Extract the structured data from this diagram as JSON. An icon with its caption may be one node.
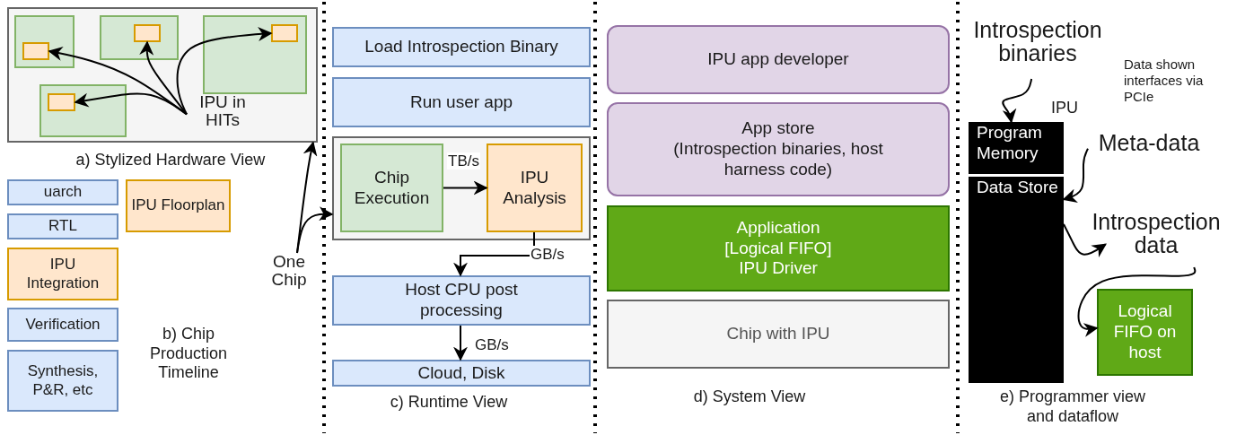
{
  "diagram": {
    "nodes": [
      {
        "text": [],
        "shape": "box"
      },
      {
        "text": [],
        "shape": "box",
        "in": 0
      },
      {
        "text": [],
        "shape": "box",
        "in": 1
      },
      {
        "text": [],
        "shape": "box",
        "in": 0
      },
      {
        "text": [],
        "shape": "box",
        "in": 3
      },
      {
        "text": [],
        "shape": "box",
        "in": 0
      },
      {
        "text": [],
        "shape": "box",
        "in": 5
      },
      {
        "text": [],
        "shape": "box",
        "in": 0
      },
      {
        "text": [],
        "shape": "box",
        "in": 7
      },
      {
        "text": [
          "IPU in HITs"
        ],
        "in": 0
      },
      {
        "text": [
          "uarch"
        ]
      },
      {
        "text": [
          "IPU Floorplan"
        ]
      },
      {
        "text": [
          "RTL"
        ]
      },
      {
        "text": [
          "IPU Integration"
        ]
      },
      {
        "text": [
          "Verification"
        ]
      },
      {
        "text": [
          "Synthesis, P&R, etc"
        ]
      },
      {
        "text": [
          "Load Introspection Binary"
        ]
      },
      {
        "text": [
          "Run user app"
        ]
      },
      {
        "text": [],
        "shape": "box"
      },
      {
        "text": [
          "Chip Execution"
        ],
        "in": 18
      },
      {
        "text": [
          "IPU Analysis"
        ],
        "in": 18
      },
      {
        "text": [
          "Host CPU post processing"
        ]
      },
      {
        "text": [
          "Cloud, Disk"
        ]
      },
      {
        "text": [
          "One Chip"
        ]
      },
      {
        "text": [
          "IPU app developer"
        ]
      },
      {
        "text": [
          "App store",
          "(Introspection binaries, host harness code)"
        ]
      },
      {
        "text": [
          "Application",
          "[Logical FIFO]",
          "IPU Driver"
        ]
      },
      {
        "text": [
          "Chip with IPU"
        ]
      },
      {
        "text": [
          "Introspection binaries"
        ]
      },
      {
        "text": [
          "Program Memory"
        ]
      },
      {
        "text": [
          "Data Store"
        ]
      },
      {
        "text": [
          "Meta-data"
        ]
      },
      {
        "text": [
          "Introspection data"
        ]
      },
      {
        "text": [
          "Logical FIFO on host"
        ]
      }
    ],
    "edges": [
      {
        "from": 9,
        "to": 2,
        "arrow": "to"
      },
      {
        "from": 9,
        "to": 4,
        "arrow": "to"
      },
      {
        "from": 9,
        "to": 6,
        "arrow": "to"
      },
      {
        "from": 9,
        "to": 8,
        "arrow": "to"
      },
      {
        "from": 19,
        "to": 20,
        "arrow": "to",
        "label": "TB/s"
      },
      {
        "from": 20,
        "to": 21,
        "arrow": "to",
        "label": "GB/s"
      },
      {
        "from": 21,
        "to": 22,
        "arrow": "to",
        "label": "GB/s"
      },
      {
        "from": 23,
        "to": 0,
        "arrow": "to"
      },
      {
        "from": 23,
        "to": 18,
        "arrow": "to"
      },
      {
        "from": 28,
        "to": 29,
        "arrow": "to"
      },
      {
        "from": 31,
        "to": 30,
        "arrow": "to"
      },
      {
        "from": 30,
        "to": 32,
        "arrow": "to"
      },
      {
        "from": 32,
        "to": 33,
        "arrow": "to"
      }
    ],
    "labels": [
      "a) Stylized Hardware View",
      "b) Chip Production Timeline",
      "c) Runtime View",
      "d) System View",
      "IPU",
      "Data shown interfaces via PCIe",
      "e) Programmer view and dataflow"
    ]
  }
}
